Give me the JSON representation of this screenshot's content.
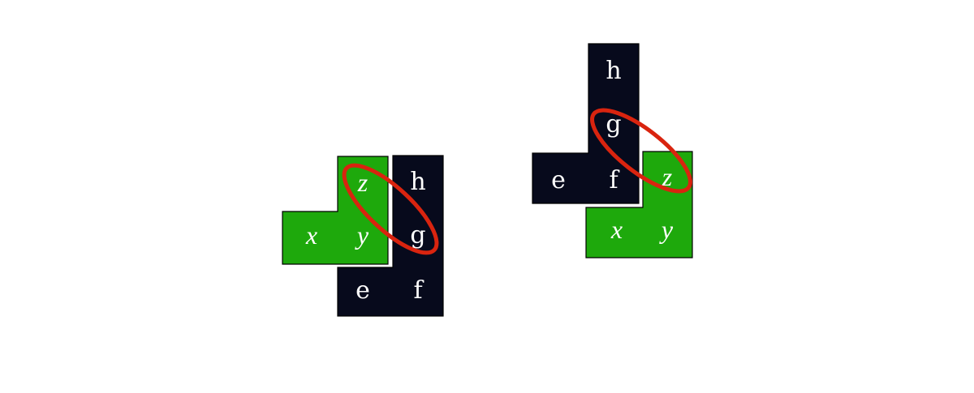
{
  "colors": {
    "background": "#ffffff",
    "green_piece": "#1ea90c",
    "dark_piece": "#070a1c",
    "outline": "#000000",
    "label": "#ffffff",
    "highlight_ellipse": "#d9240f"
  },
  "diagrams": [
    {
      "id": "left",
      "green_labels": {
        "z": "z",
        "x": "x",
        "y": "y"
      },
      "dark_labels": {
        "h": "h",
        "g": "g",
        "e": "e",
        "f": "f"
      }
    },
    {
      "id": "right",
      "green_labels": {
        "z": "z",
        "x": "x",
        "y": "y"
      },
      "dark_labels": {
        "h": "h",
        "g": "g",
        "e": "e",
        "f": "f"
      }
    }
  ]
}
